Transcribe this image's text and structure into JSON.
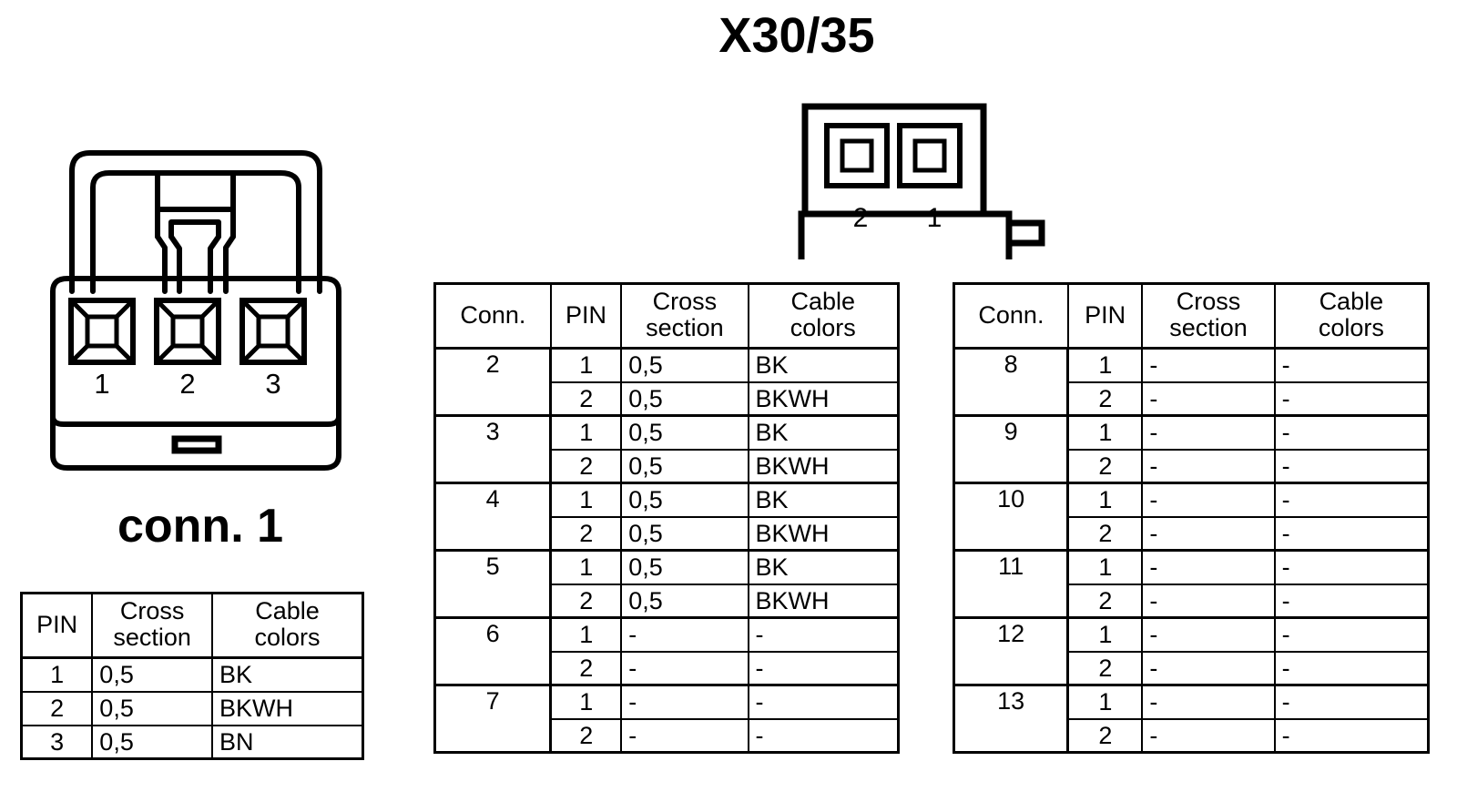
{
  "title": "X30/35",
  "connector_left": {
    "caption": "conn. 1",
    "pin_labels": [
      "1",
      "2",
      "3"
    ]
  },
  "connector_top": {
    "pin_labels": [
      "2",
      "1"
    ]
  },
  "table_left": {
    "headers": [
      "PIN",
      "Cross section",
      "Cable colors"
    ],
    "header_lines": {
      "pin": "PIN",
      "cross_1": "Cross",
      "cross_2": "section",
      "color_1": "Cable",
      "color_2": "colors"
    },
    "rows": [
      {
        "pin": "1",
        "cross": "0,5",
        "color": "BK"
      },
      {
        "pin": "2",
        "cross": "0,5",
        "color": "BKWH"
      },
      {
        "pin": "3",
        "cross": "0,5",
        "color": "BN"
      }
    ]
  },
  "table_middle": {
    "header_lines": {
      "conn": "Conn.",
      "pin": "PIN",
      "cross_1": "Cross",
      "cross_2": "section",
      "color_1": "Cable",
      "color_2": "colors"
    },
    "groups": [
      {
        "conn": "2",
        "rows": [
          {
            "pin": "1",
            "cross": "0,5",
            "color": "BK"
          },
          {
            "pin": "2",
            "cross": "0,5",
            "color": "BKWH"
          }
        ]
      },
      {
        "conn": "3",
        "rows": [
          {
            "pin": "1",
            "cross": "0,5",
            "color": "BK"
          },
          {
            "pin": "2",
            "cross": "0,5",
            "color": "BKWH"
          }
        ]
      },
      {
        "conn": "4",
        "rows": [
          {
            "pin": "1",
            "cross": "0,5",
            "color": "BK"
          },
          {
            "pin": "2",
            "cross": "0,5",
            "color": "BKWH"
          }
        ]
      },
      {
        "conn": "5",
        "rows": [
          {
            "pin": "1",
            "cross": "0,5",
            "color": "BK"
          },
          {
            "pin": "2",
            "cross": "0,5",
            "color": "BKWH"
          }
        ]
      },
      {
        "conn": "6",
        "rows": [
          {
            "pin": "1",
            "cross": "-",
            "color": "-"
          },
          {
            "pin": "2",
            "cross": "-",
            "color": "-"
          }
        ]
      },
      {
        "conn": "7",
        "rows": [
          {
            "pin": "1",
            "cross": "-",
            "color": "-"
          },
          {
            "pin": "2",
            "cross": "-",
            "color": "-"
          }
        ]
      }
    ]
  },
  "table_right": {
    "header_lines": {
      "conn": "Conn.",
      "pin": "PIN",
      "cross_1": "Cross",
      "cross_2": "section",
      "color_1": "Cable",
      "color_2": "colors"
    },
    "groups": [
      {
        "conn": "8",
        "rows": [
          {
            "pin": "1",
            "cross": "-",
            "color": "-"
          },
          {
            "pin": "2",
            "cross": "-",
            "color": "-"
          }
        ]
      },
      {
        "conn": "9",
        "rows": [
          {
            "pin": "1",
            "cross": "-",
            "color": "-"
          },
          {
            "pin": "2",
            "cross": "-",
            "color": "-"
          }
        ]
      },
      {
        "conn": "10",
        "rows": [
          {
            "pin": "1",
            "cross": "-",
            "color": "-"
          },
          {
            "pin": "2",
            "cross": "-",
            "color": "-"
          }
        ]
      },
      {
        "conn": "11",
        "rows": [
          {
            "pin": "1",
            "cross": "-",
            "color": "-"
          },
          {
            "pin": "2",
            "cross": "-",
            "color": "-"
          }
        ]
      },
      {
        "conn": "12",
        "rows": [
          {
            "pin": "1",
            "cross": "-",
            "color": "-"
          },
          {
            "pin": "2",
            "cross": "-",
            "color": "-"
          }
        ]
      },
      {
        "conn": "13",
        "rows": [
          {
            "pin": "1",
            "cross": "-",
            "color": "-"
          },
          {
            "pin": "2",
            "cross": "-",
            "color": "-"
          }
        ]
      }
    ]
  },
  "colors": {
    "line": "#000000",
    "background": "#ffffff"
  }
}
